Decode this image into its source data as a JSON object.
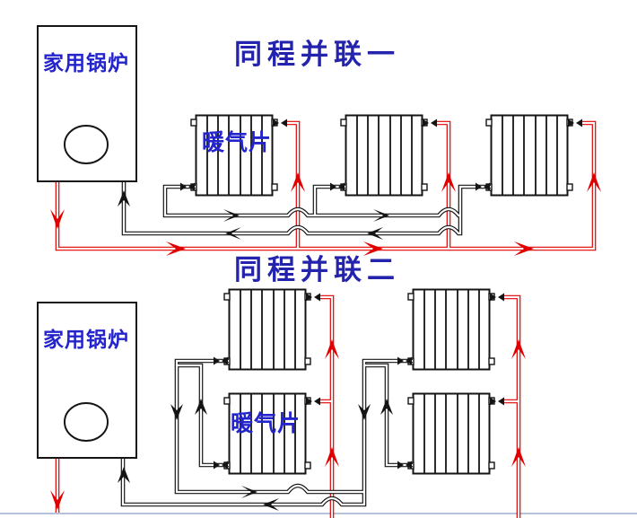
{
  "diagram": {
    "titles": {
      "section1": "同程并联一",
      "section2": "同程并联二"
    },
    "boiler_label": "家用锅炉",
    "radiator_label": "暖气片",
    "colors": {
      "supply": "#e00000",
      "return": "#141414",
      "title": "#2323ad",
      "label": "#2424cd",
      "bg": "#ffffff",
      "edge": "#b6c2da"
    },
    "sections": [
      {
        "title": "同程并联一",
        "boiler": "家用锅炉",
        "radiator_count": 3
      },
      {
        "title": "同程并联二",
        "boiler": "家用锅炉",
        "radiator_count": 4
      }
    ]
  }
}
